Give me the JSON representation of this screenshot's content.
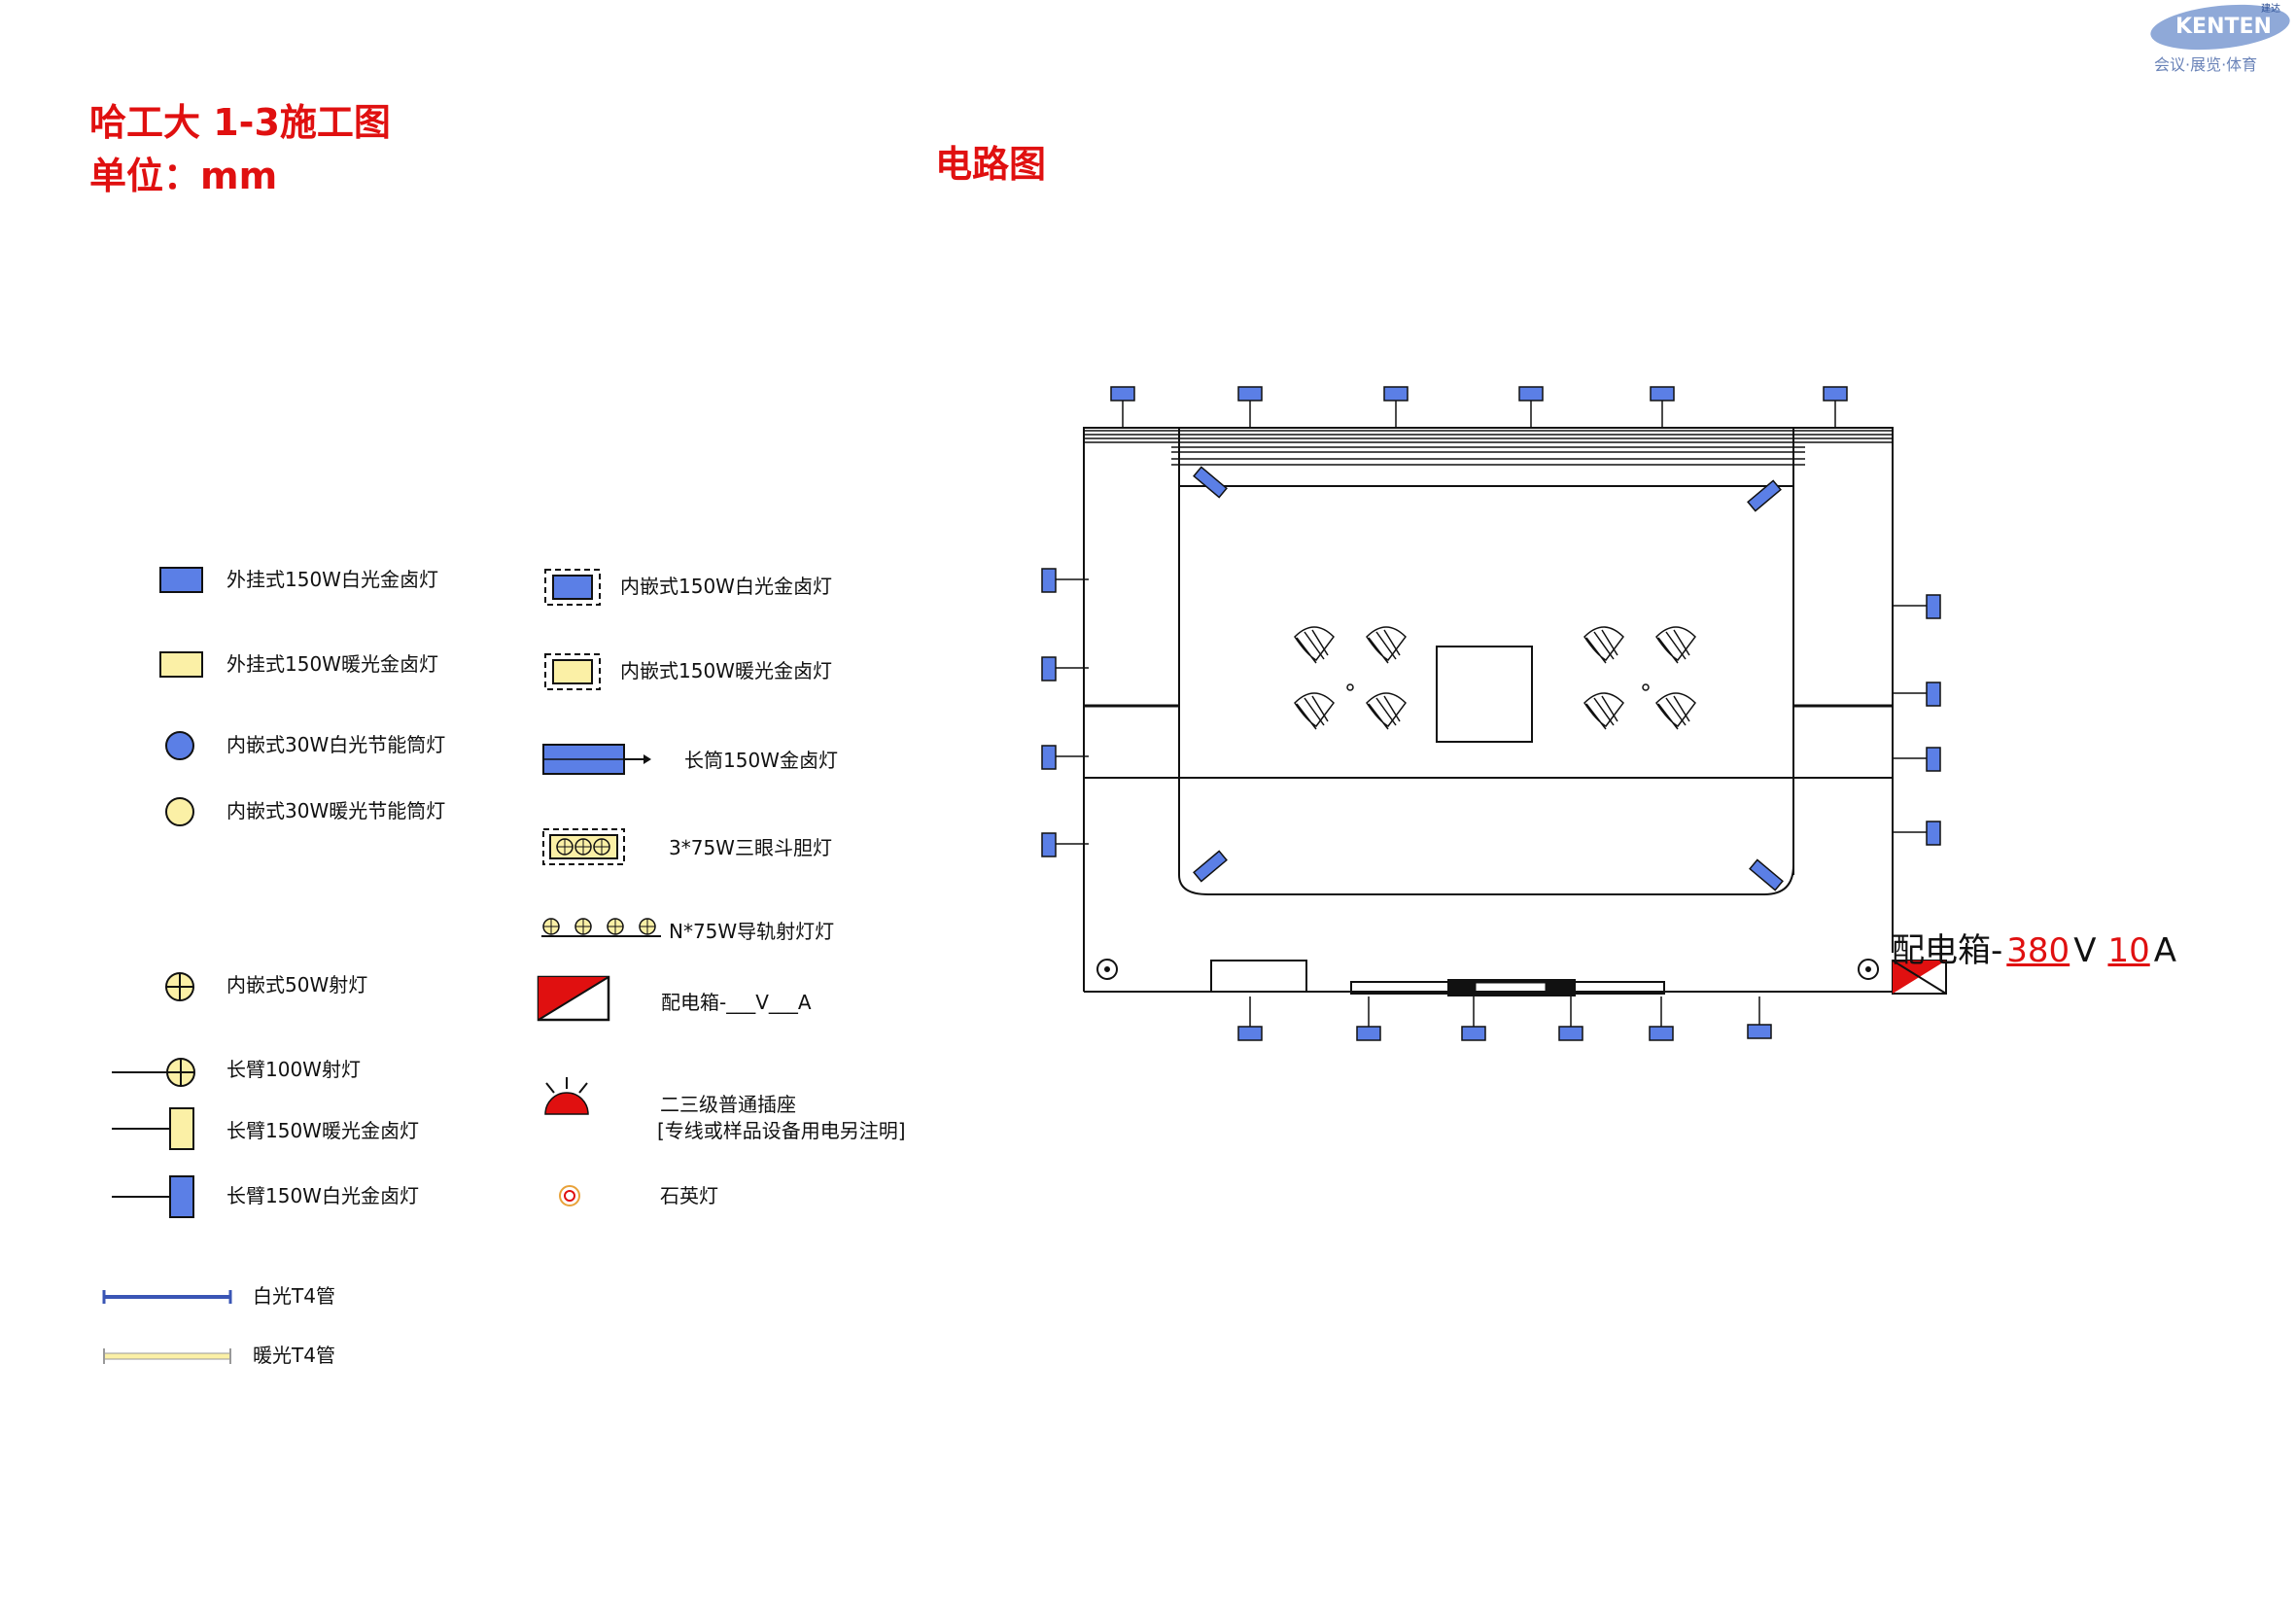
{
  "header": {
    "project_title": "哈工大 1-3施工图",
    "unit_label": "单位：mm",
    "drawing_title": "电路图"
  },
  "logo": {
    "brand": "KENTEN",
    "tagline": "会议·展览·体育",
    "small_mark": "建达"
  },
  "legend": {
    "items": [
      {
        "icon": "surface-150w-white-halogen-icon",
        "label": "外挂式150W白光金卤灯"
      },
      {
        "icon": "surface-150w-warm-halogen-icon",
        "label": "外挂式150W暖光金卤灯"
      },
      {
        "icon": "recessed-30w-white-downlight-icon",
        "label": "内嵌式30W白光节能筒灯"
      },
      {
        "icon": "recessed-30w-warm-downlight-icon",
        "label": "内嵌式30W暖光节能筒灯"
      },
      {
        "icon": "recessed-50w-spotlight-icon",
        "label": "内嵌式50W射灯"
      },
      {
        "icon": "long-arm-100w-spotlight-icon",
        "label": "长臂100W射灯"
      },
      {
        "icon": "long-arm-150w-warm-halogen-icon",
        "label": "长臂150W暖光金卤灯"
      },
      {
        "icon": "long-arm-150w-white-halogen-icon",
        "label": "长臂150W白光金卤灯"
      },
      {
        "icon": "white-t4-tube-icon",
        "label": "白光T4管"
      },
      {
        "icon": "warm-t4-tube-icon",
        "label": "暖光T4管"
      },
      {
        "icon": "recessed-150w-white-halogen-icon",
        "label": "内嵌式150W白光金卤灯"
      },
      {
        "icon": "recessed-150w-warm-halogen-icon",
        "label": "内嵌式150W暖光金卤灯"
      },
      {
        "icon": "long-tube-150w-halogen-icon",
        "label": "长筒150W金卤灯"
      },
      {
        "icon": "triple-75w-grille-lamp-icon",
        "label": "3*75W三眼斗胆灯"
      },
      {
        "icon": "track-75w-spotlight-icon",
        "label": "N*75W导轨射灯灯"
      },
      {
        "icon": "distribution-box-icon",
        "label": "配电箱-___V___A"
      },
      {
        "icon": "socket-icon",
        "label": "二三级普通插座"
      },
      {
        "icon": "socket-note",
        "label": "[专线或样品设备用电另注明]"
      },
      {
        "icon": "quartz-lamp-icon",
        "label": "石英灯"
      }
    ]
  },
  "panel": {
    "prefix": "配电箱-",
    "voltage": "380",
    "voltage_unit": "V",
    "current": "10",
    "current_unit": "A"
  },
  "colors": {
    "title_red": "#e01010",
    "white_light_blue": "#5b7fe6",
    "warm_light_yellow": "#fbf0a6",
    "box_red": "#e01010"
  }
}
